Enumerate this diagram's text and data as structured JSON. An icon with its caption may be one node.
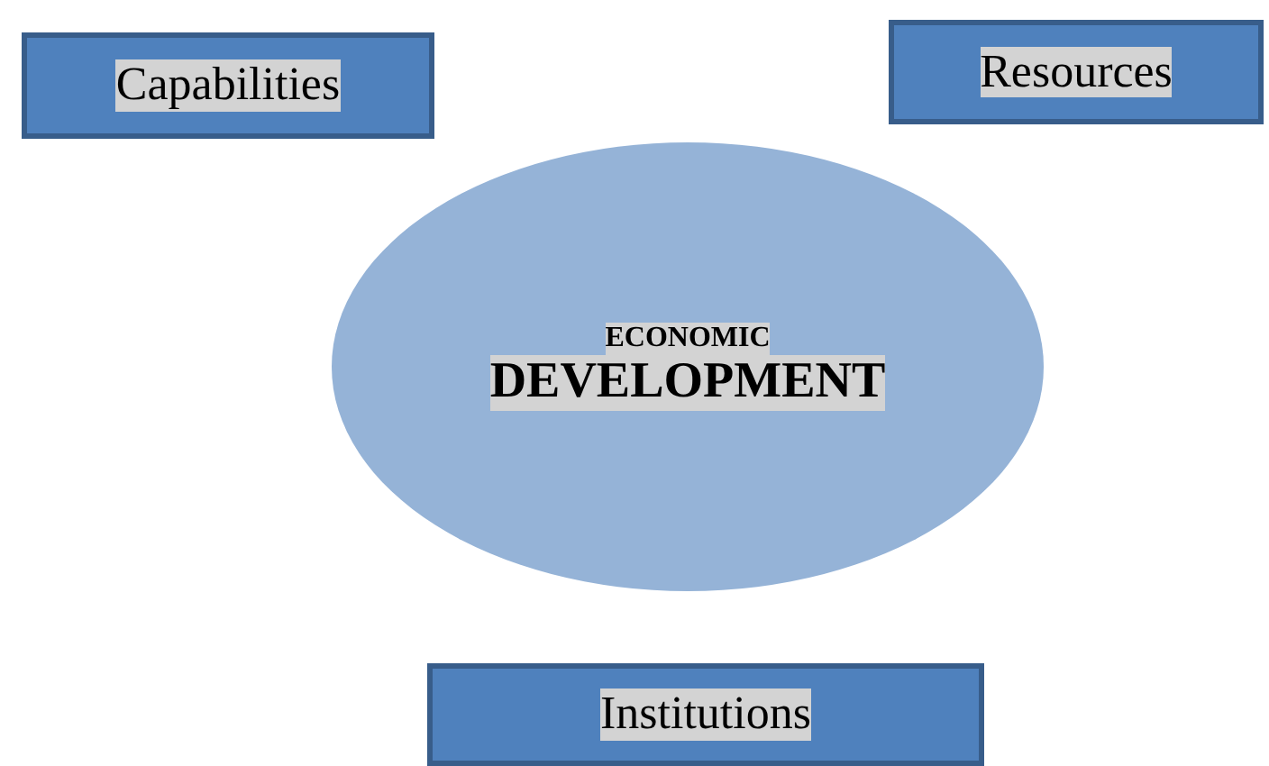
{
  "diagram": {
    "nodes": [
      {
        "text": [
          "Capabilities"
        ]
      },
      {
        "text": [
          "Resources"
        ]
      },
      {
        "text": [
          "ECONOMIC",
          "DEVELOPMENT"
        ]
      },
      {
        "text": [
          "Institutions"
        ]
      }
    ]
  }
}
